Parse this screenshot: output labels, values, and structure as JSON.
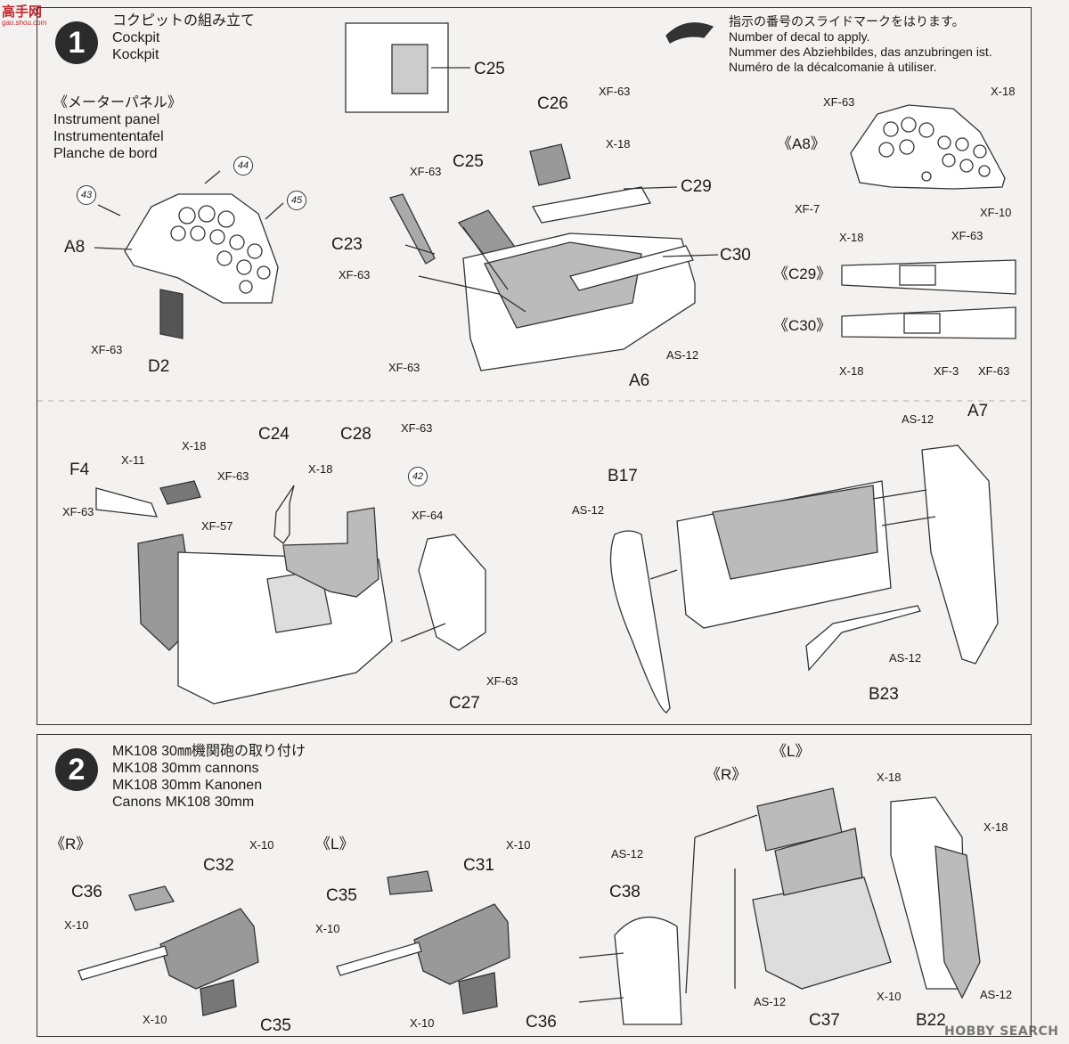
{
  "watermark": {
    "top_left": "高手网",
    "top_left_url": "gao.shou.com",
    "bottom_right": "HOBBY SEARCH"
  },
  "decal_note": {
    "jp": "指示の番号のスライドマークをはります。",
    "en": "Number of decal to apply.",
    "de": "Nummer des Abziehbildes, das anzubringen ist.",
    "fr": "Numéro de la décalcomanie à utiliser."
  },
  "step1": {
    "number": "1",
    "title_jp": "コクピットの組み立て",
    "title_en": "Cockpit",
    "title_de": "Kockpit",
    "instrument_panel": {
      "jp": "《メーターパネル》",
      "en": "Instrument panel",
      "de": "Instrumententafel",
      "fr": "Planche de bord"
    },
    "parts": {
      "a8": "A8",
      "d2": "D2",
      "c25_top": "C25",
      "c25": "C25",
      "c26": "C26",
      "c23": "C23",
      "c29": "C29",
      "c30": "C30",
      "a6": "A6",
      "a8_detail": "《A8》",
      "c29_detail": "《C29》",
      "c30_detail": "《C30》",
      "f4": "F4",
      "c24": "C24",
      "c28": "C28",
      "c27": "C27",
      "b17": "B17",
      "a7": "A7",
      "b23": "B23"
    },
    "decals": {
      "d43": "43",
      "d44": "44",
      "d45": "45",
      "d42": "42"
    },
    "paints": {
      "d2": "XF-63",
      "c26_a": "XF-63",
      "c26_b": "X-18",
      "c25": "XF-63",
      "c23": "XF-63",
      "a6_a": "XF-63",
      "a6_b": "AS-12",
      "a8d_xf63": "XF-63",
      "a8d_x18": "X-18",
      "a8d_xf7": "XF-7",
      "a8d_xf10": "XF-10",
      "c29d_x18": "X-18",
      "c29d_xf63": "XF-63",
      "c30d_x18": "X-18",
      "c30d_xf3": "XF-3",
      "c30d_xf63": "XF-63",
      "f4_xf63": "XF-63",
      "f4_x11": "X-11",
      "f4_x18": "X-18",
      "c24_xf63": "XF-63",
      "c24_x18": "X-18",
      "c24_xf57": "XF-57",
      "c28_xf63": "XF-63",
      "c28_xf64": "XF-64",
      "c27_xf63": "XF-63",
      "b17_as12": "AS-12",
      "a7_as12": "AS-12",
      "b23_as12": "AS-12"
    }
  },
  "step2": {
    "number": "2",
    "title_jp": "MK108 30㎜機関砲の取り付け",
    "title_en": "MK108 30mm cannons",
    "title_de": "MK108 30mm Kanonen",
    "title_fr": "Canons MK108 30mm",
    "parts": {
      "r1": "《R》",
      "l1": "《L》",
      "r2": "《R》",
      "l2": "《L》",
      "c32": "C32",
      "c36": "C36",
      "c35": "C35",
      "c31": "C31",
      "c35b": "C35",
      "c36b": "C36",
      "c38": "C38",
      "c37": "C37",
      "b22": "B22"
    },
    "paints": {
      "c32_x10": "X-10",
      "c36_x10": "X-10",
      "c35_x10": "X-10",
      "c31_x10": "X-10",
      "c35b_x10": "X-10",
      "c36b_x10": "X-10",
      "c38_as12": "AS-12",
      "c37_as12": "AS-12",
      "c37_x10": "X-10",
      "b22_x18a": "X-18",
      "b22_x18b": "X-18",
      "b22_as12": "AS-12"
    }
  }
}
